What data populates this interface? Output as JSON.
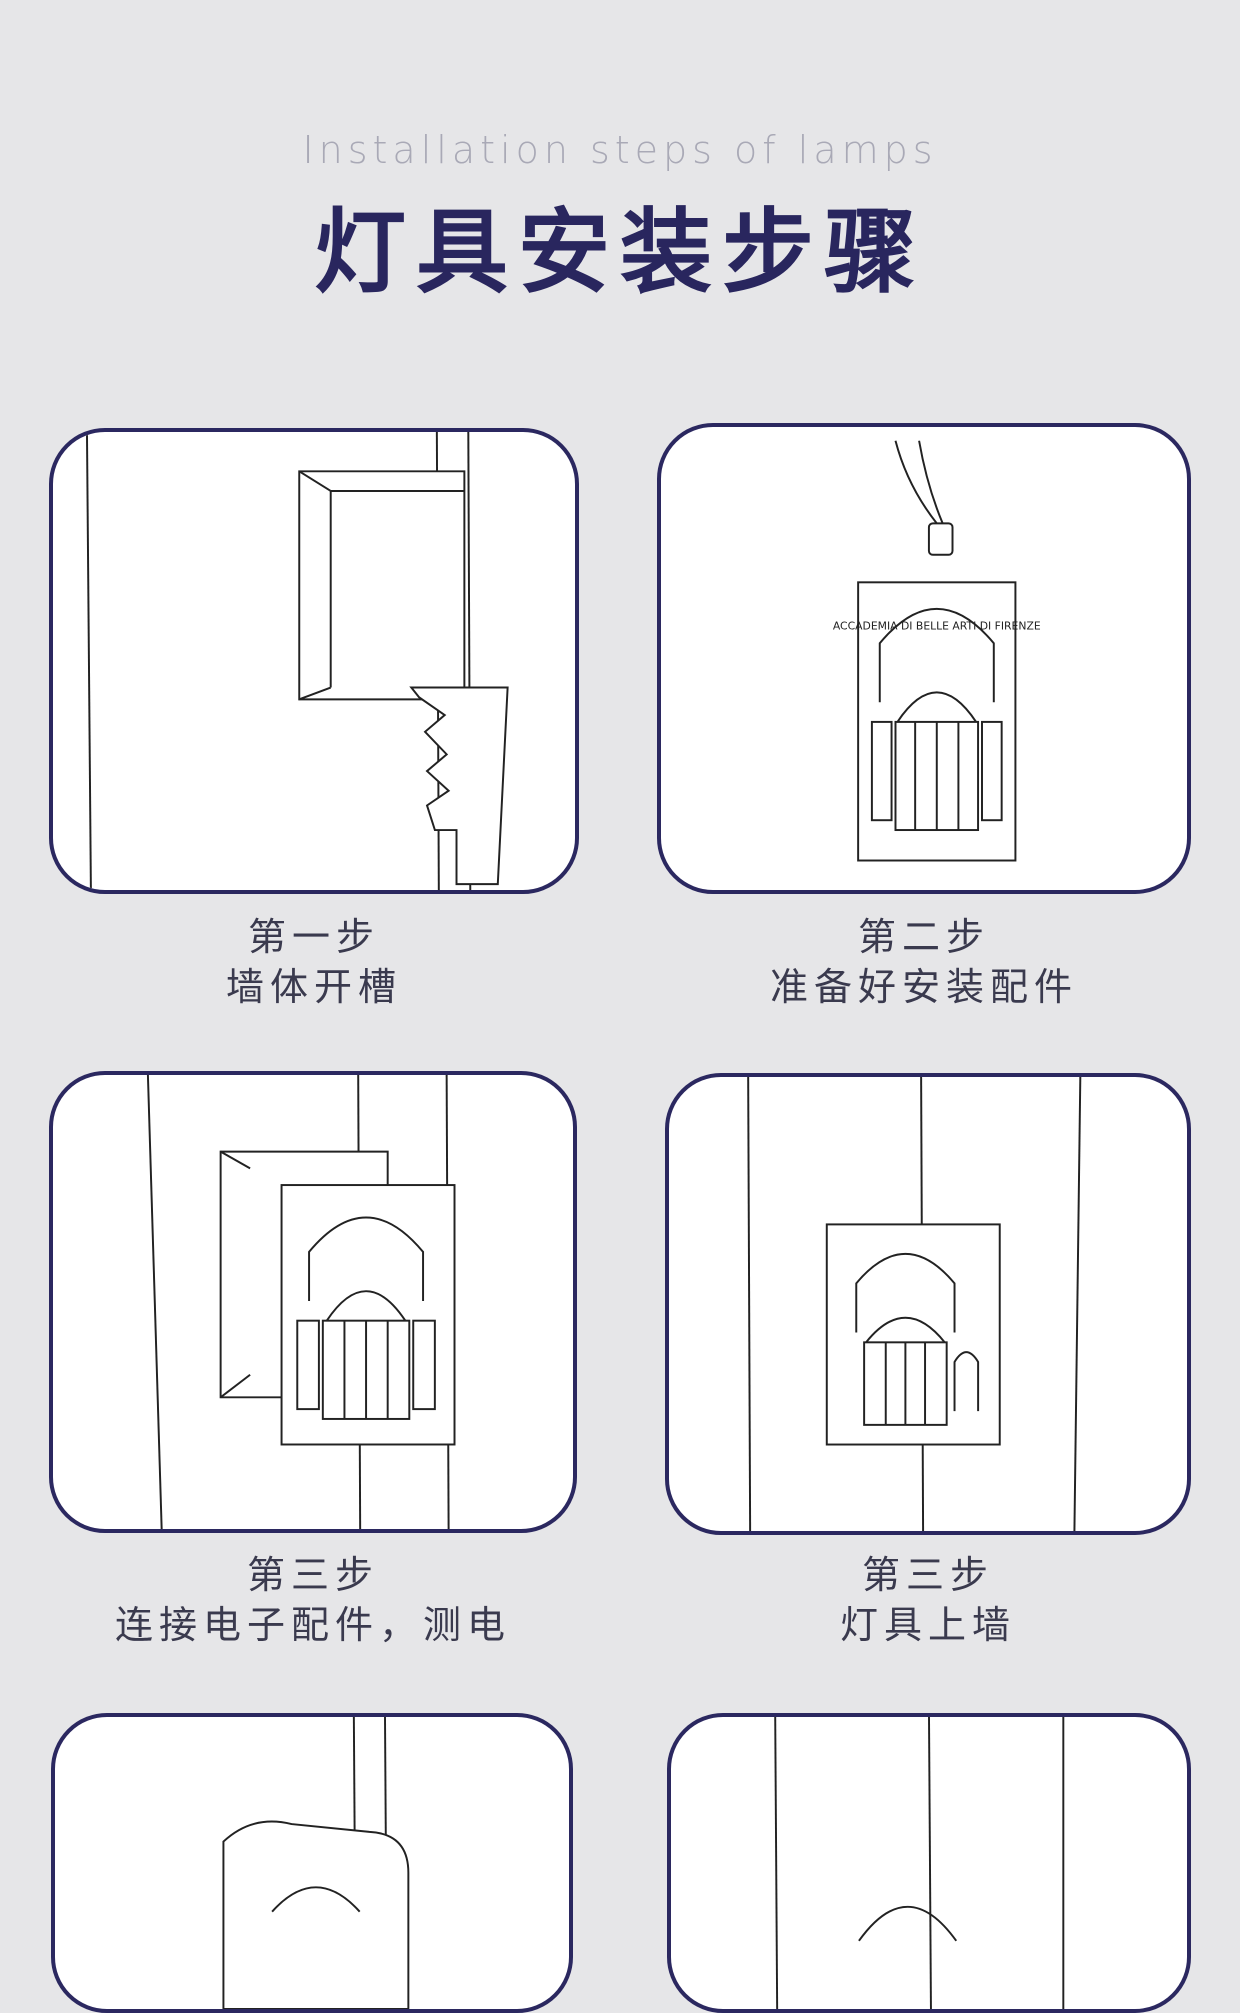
{
  "header": {
    "subtitle_en": "Installation steps of lamps",
    "title_zh": "灯具安装步骤"
  },
  "steps": [
    {
      "step": "第一步",
      "desc": "墙体开槽",
      "illustration": "wall-groove-drawing"
    },
    {
      "step": "第二步",
      "desc": "准备好安装配件",
      "illustration": "lamp-with-cable-drawing"
    },
    {
      "step": "第三步",
      "desc": "连接电子配件，测电",
      "illustration": "lamp-connect-drawing"
    },
    {
      "step": "第三步",
      "desc": "灯具上墙",
      "illustration": "lamp-on-wall-drawing"
    }
  ],
  "artwork_text": "ACCADEMIA DI BELLE ARTI DI FIRENZE",
  "colors": {
    "accent": "#2b2860",
    "background": "#e6e6e8",
    "title": "#29265e"
  }
}
